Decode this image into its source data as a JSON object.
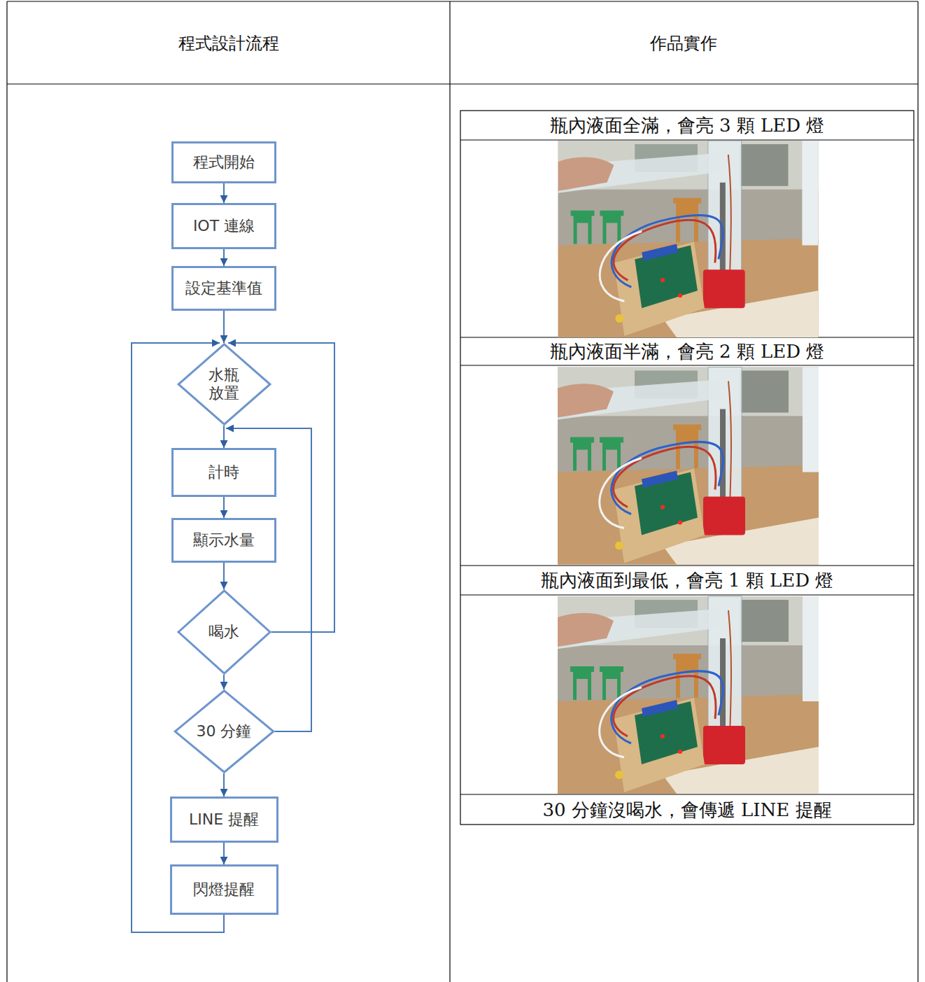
{
  "diagram": {
    "nodes": [
      {
        "text": [
          "程式開始"
        ]
      },
      {
        "text": [
          "IOT 連線"
        ]
      },
      {
        "text": [
          "設定基準值"
        ]
      },
      {
        "text": [
          "水瓶 放置"
        ]
      },
      {
        "text": [
          "計時"
        ]
      },
      {
        "text": [
          "顯示水量"
        ]
      },
      {
        "text": [
          "喝水"
        ]
      },
      {
        "text": [
          "30 分鐘"
        ]
      },
      {
        "text": [
          "LINE 提醒"
        ]
      },
      {
        "text": [
          "閃燈提醒"
        ]
      }
    ],
    "edges": [
      {
        "from": 0,
        "to": 1,
        "arrow": "to"
      },
      {
        "from": 1,
        "to": 2,
        "arrow": "to"
      },
      {
        "from": 2,
        "to": 3,
        "arrow": "to"
      },
      {
        "from": 3,
        "to": 4,
        "arrow": "to"
      },
      {
        "from": 4,
        "to": 5,
        "arrow": "to"
      },
      {
        "from": 5,
        "to": 6,
        "arrow": "to"
      },
      {
        "from": 6,
        "to": 3,
        "arrow": "to"
      },
      {
        "from": 6,
        "to": 7,
        "arrow": "to"
      },
      {
        "from": 7,
        "to": 4,
        "arrow": "to"
      },
      {
        "from": 7,
        "to": 8,
        "arrow": "to"
      },
      {
        "from": 8,
        "to": 9,
        "arrow": "to"
      },
      {
        "from": 9,
        "to": 3,
        "arrow": "to"
      }
    ],
    "labels": [
      "程式設計流程",
      "作品實作",
      "瓶內液面全滿，會亮 3 顆 LED 燈",
      "瓶內液面半滿，會亮 2 顆 LED 燈",
      "瓶內液面到最低，會亮 1 顆 LED 燈",
      "30 分鐘沒喝水，會傳遞 LINE 提醒"
    ]
  }
}
